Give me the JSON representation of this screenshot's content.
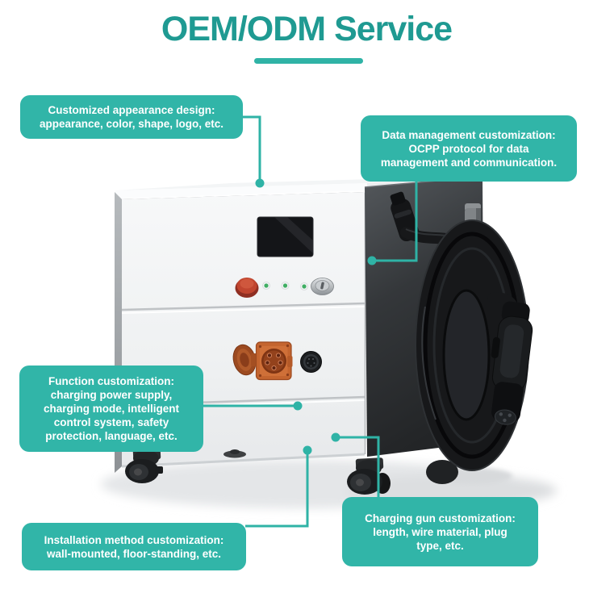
{
  "title": {
    "text": "OEM/ODM Service"
  },
  "theme": {
    "title_teal": "#1f9a92",
    "callout_teal": "#31b5a8",
    "connector_teal": "#2fb3a6",
    "text_white": "#ffffff",
    "background": "#ffffff"
  },
  "illustration": {
    "name": "portable-dc-ev-charger-with-coiled-cable-and-charging-gun"
  },
  "callouts": {
    "appearance": {
      "lines": [
        "Customized appearance design:",
        "appearance, color, shape, logo, etc."
      ]
    },
    "data_management": {
      "lines": [
        "Data management customization:",
        "OCPP protocol for data",
        "management and communication."
      ]
    },
    "function": {
      "lines": [
        "Function customization:",
        "charging power supply,",
        "charging mode, intelligent",
        "control system, safety",
        "protection, language, etc."
      ]
    },
    "installation": {
      "lines": [
        "Installation method customization:",
        "wall-mounted, floor-standing, etc."
      ]
    },
    "charging_gun": {
      "lines": [
        "Charging gun customization:",
        "length, wire material, plug",
        "type, etc."
      ]
    }
  }
}
